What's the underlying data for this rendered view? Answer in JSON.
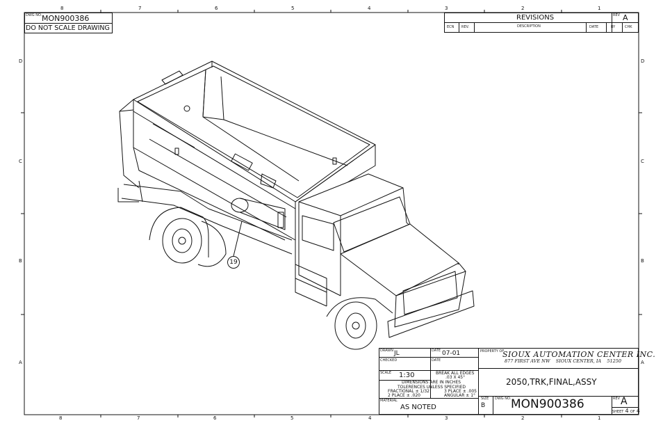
{
  "drawing_number": "MON900386",
  "dwg_no_label": "DWG NO.",
  "do_not_scale": "DO NOT SCALE DRAWING",
  "zones_top": [
    "8",
    "7",
    "6",
    "5",
    "4",
    "3",
    "2",
    "1"
  ],
  "zones_bottom": [
    "8",
    "7",
    "6",
    "5",
    "4",
    "3",
    "2",
    "1"
  ],
  "zones_side": [
    "D",
    "C",
    "B",
    "A"
  ],
  "revisions": {
    "title": "REVISIONS",
    "rev_label": "REV",
    "rev_value": "A",
    "cols": {
      "ecn": "ECN",
      "rev": "REV.",
      "description": "DESCRIPTION",
      "date": "DATE",
      "by": "BY",
      "chk": "CHK"
    }
  },
  "balloon": "19",
  "title_block": {
    "drawn_label": "DRAWN",
    "drawn_value": "JL",
    "date_label": "DATE",
    "drawn_date": "07-01",
    "checked_label": "CHECKED",
    "checked_date_label": "DATE",
    "scale_label": "SCALE",
    "scale_value": "1:30",
    "break_edges": "BREAK ALL EDGES",
    "break_edges_value": ".03 X 45°",
    "dims_note": "DIMENSIONS ARE IN INCHES",
    "tol_note": "TOLERENCES UNLESS SPECIFIED",
    "fractional": "FRACTIONAL ± 1/32",
    "three_place": "3 PLACE ± .005",
    "two_place": "2 PLACE ± .020",
    "angular": "ANGULAR ± 1°",
    "material_label": "MATERIAL",
    "material_value": "AS NOTED",
    "property_label": "PROPERTY OF",
    "company": "SIOUX AUTOMATION CENTER INC.",
    "address": "877 FIRST AVE NW    SIOUX CENTER, IA    51250",
    "title": "2050,TRK,FINAL,ASSY",
    "size_label": "SIZE",
    "size_value": "B",
    "rev_label": "REV",
    "rev_value": "A",
    "sheet_label": "SHEET",
    "sheet_num": "4",
    "of_label": "OF",
    "sheet_total": "4"
  }
}
